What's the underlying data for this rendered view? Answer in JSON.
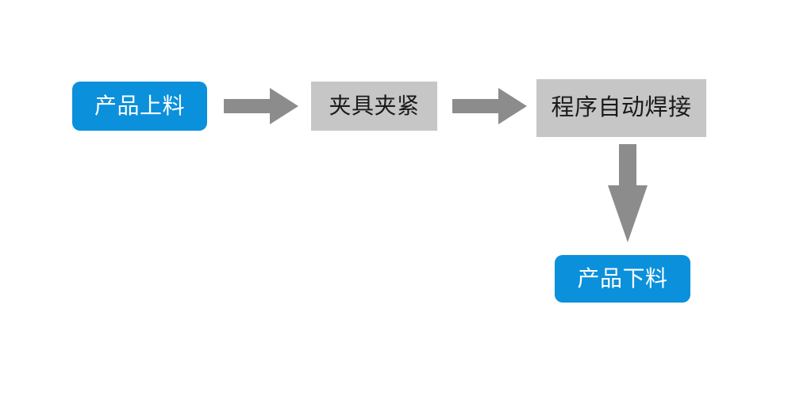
{
  "diagram": {
    "title": "",
    "type": "flowchart",
    "orientation": "left-to-right-then-down",
    "colors": {
      "terminal_fill": "#0B90DB",
      "terminal_text": "#FFFFFF",
      "process_fill": "#C6C6C6",
      "process_text": "#1A1A1A",
      "arrow_fill": "#8C8C8C",
      "background": "#FFFFFF"
    },
    "nodes": [
      {
        "id": "loading",
        "label": "产品上料",
        "shape": "rounded-rectangle",
        "role": "terminal"
      },
      {
        "id": "clamping",
        "label": "夹具夹紧",
        "shape": "rectangle",
        "role": "process"
      },
      {
        "id": "welding",
        "label": "程序自动焊接",
        "shape": "rectangle",
        "role": "process"
      },
      {
        "id": "unloading",
        "label": "产品下料",
        "shape": "rounded-rectangle",
        "role": "terminal"
      }
    ],
    "connectors": [
      {
        "id": "loading-to-clamping",
        "from": "loading",
        "to": "clamping",
        "direction": "right",
        "style": "block-arrow"
      },
      {
        "id": "clamping-to-welding",
        "from": "clamping",
        "to": "welding",
        "direction": "right",
        "style": "block-arrow"
      },
      {
        "id": "welding-to-unloading",
        "from": "welding",
        "to": "unloading",
        "direction": "down",
        "style": "block-arrow"
      }
    ]
  }
}
